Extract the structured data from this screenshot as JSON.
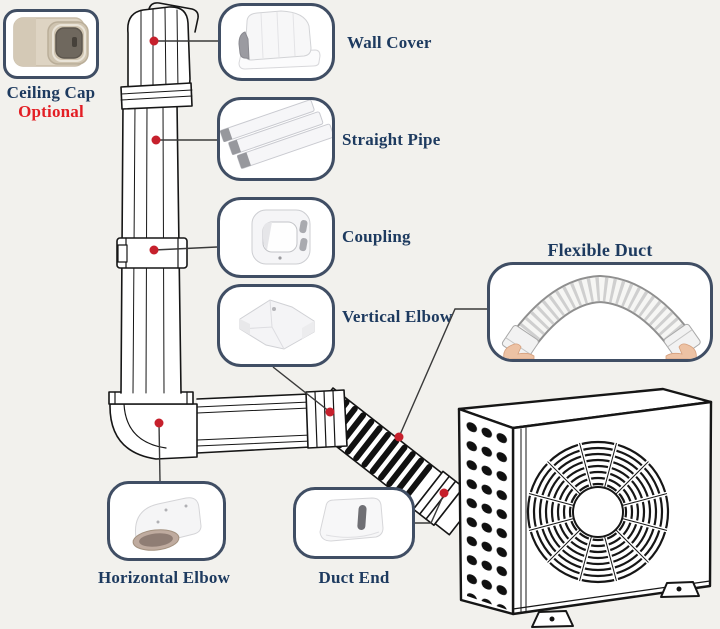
{
  "product_diagram": {
    "description": "Line set cover installation diagram for mini split air conditioner outdoor unit",
    "parts": {
      "ceiling_cap": {
        "label": "Ceiling Cap",
        "note": "Optional"
      },
      "wall_cover": {
        "label": "Wall Cover"
      },
      "straight_pipe": {
        "label": "Straight Pipe"
      },
      "coupling": {
        "label": "Coupling"
      },
      "vertical_elbow": {
        "label": "Vertical Elbow"
      },
      "flexible_duct": {
        "label": "Flexible Duct"
      },
      "horizontal_elbow": {
        "label": "Horizontal Elbow"
      },
      "duct_end": {
        "label": "Duct End"
      }
    },
    "colors": {
      "background": "#f2f1ed",
      "label_text": "#1d3a5f",
      "optional_text": "#e31e24",
      "callout_border": "#404e64",
      "marker_dot": "#c6202c",
      "leader_line": "#3a3a3a",
      "line_art": "#161616"
    }
  }
}
